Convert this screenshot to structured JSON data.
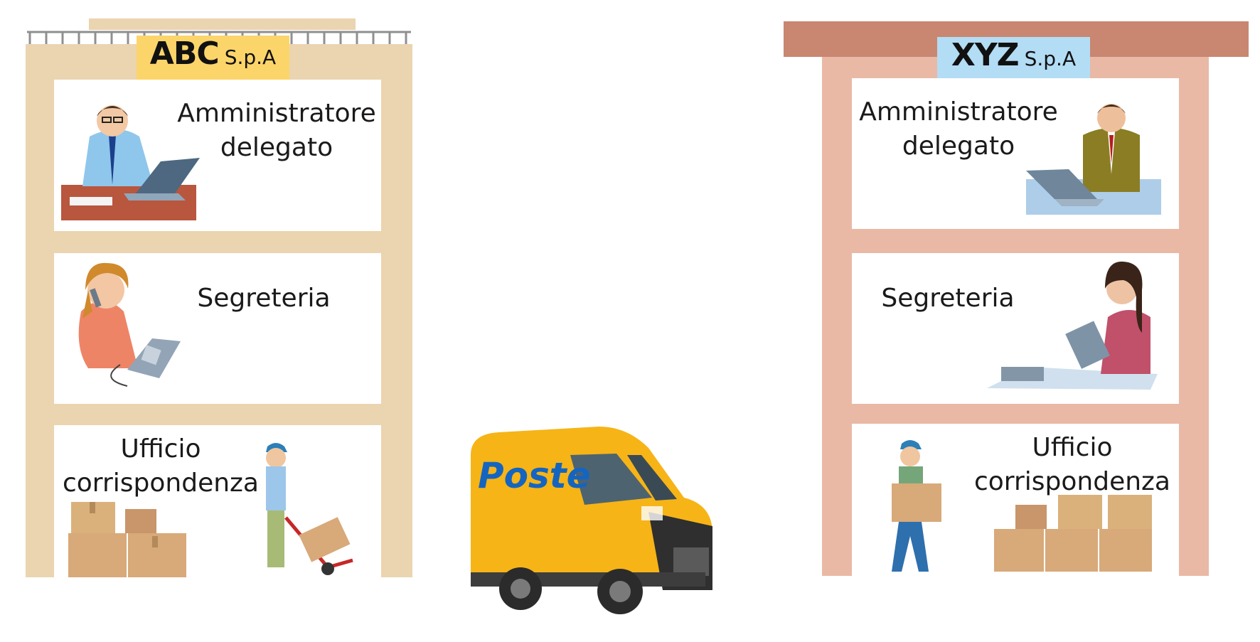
{
  "company_left": {
    "name": "ABC",
    "suffix": "S.p.A",
    "sign_color": "#fcd56a",
    "building_color": "#ebd4b0",
    "rooms": [
      {
        "label_line1": "Amministratore",
        "label_line2": "delegato",
        "icon": "ceo-at-laptop-icon"
      },
      {
        "label_line1": "Segreteria",
        "label_line2": "",
        "icon": "secretary-phone-icon"
      },
      {
        "label_line1": "Ufficio",
        "label_line2": "corrispondenza",
        "icon": "worker-handtruck-icon"
      }
    ]
  },
  "company_right": {
    "name": "XYZ",
    "suffix": "S.p.A",
    "sign_color": "#b3dcf5",
    "building_color": "#e9b9a6",
    "roof_color": "#c98670",
    "rooms": [
      {
        "label_line1": "Amministratore",
        "label_line2": "delegato",
        "icon": "ceo-at-laptop-icon"
      },
      {
        "label_line1": "Segreteria",
        "label_line2": "",
        "icon": "secretary-tablet-icon"
      },
      {
        "label_line1": "Ufficio",
        "label_line2": "corrispondenza",
        "icon": "worker-carrying-box-icon"
      }
    ]
  },
  "van": {
    "text": "Poste",
    "body_color": "#f6b417",
    "text_color": "#1565c0",
    "icon": "postal-van-icon"
  }
}
